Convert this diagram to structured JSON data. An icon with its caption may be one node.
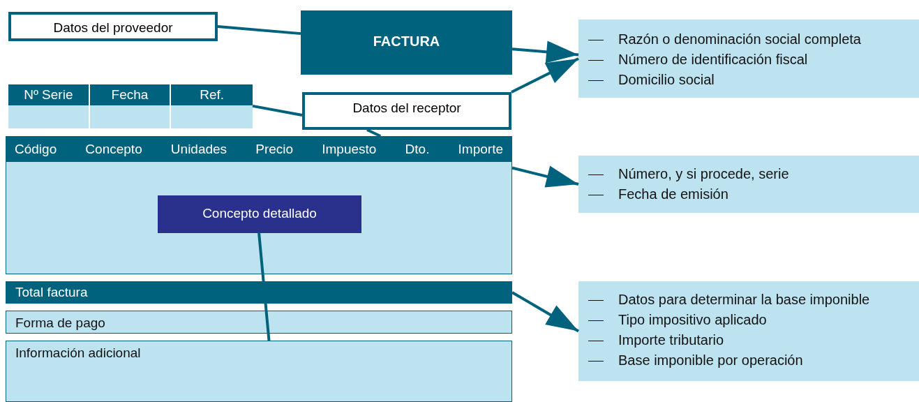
{
  "diagram": {
    "nodes": [
      {
        "text": [
          "Datos del proveedor"
        ]
      },
      {
        "text": [
          "FACTURA"
        ]
      },
      {
        "text": [
          "Razón o denominación social completa",
          "Número de identificación fiscal",
          "Domicilio social"
        ]
      },
      {
        "text": [
          "Nº Serie",
          "Fecha",
          "Ref."
        ]
      },
      {
        "text": [
          "Datos del receptor"
        ]
      },
      {
        "text": [
          "Código",
          "Concepto",
          "Unidades",
          "Precio",
          "Impuesto",
          "Dto.",
          "Importe"
        ]
      },
      {
        "text": [
          "Concepto detallado"
        ],
        "in": 5
      },
      {
        "text": [
          "Número, y si procede, serie",
          "Fecha de emisión"
        ]
      },
      {
        "text": [
          "Total factura"
        ]
      },
      {
        "text": [
          "Forma de pago"
        ]
      },
      {
        "text": [
          "Información adicional"
        ]
      },
      {
        "text": [
          "Datos para determinar la base imponible",
          "Tipo impositivo aplicado",
          "Importe tributario",
          "Base imponible por operación"
        ]
      }
    ],
    "edges": [
      {
        "from": 0,
        "to": 1,
        "arrow": "none"
      },
      {
        "from": 1,
        "to": 2,
        "arrow": "to"
      },
      {
        "from": 4,
        "to": 2,
        "arrow": "to"
      },
      {
        "from": 4,
        "to": 3,
        "arrow": "none"
      },
      {
        "from": 4,
        "to": 5,
        "arrow": "none"
      },
      {
        "from": 5,
        "to": 7,
        "arrow": "to"
      },
      {
        "from": 6,
        "to": 10,
        "arrow": "none"
      },
      {
        "from": 8,
        "to": 11,
        "arrow": "to"
      }
    ]
  }
}
